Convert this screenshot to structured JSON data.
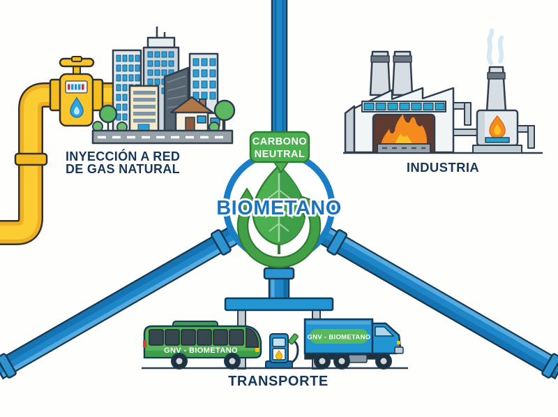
{
  "center": {
    "label": "BIOMETANO",
    "badge": {
      "line1": "CARBONO",
      "line2": "NEUTRAL"
    }
  },
  "sections": {
    "injection": {
      "line1": "INYECCIÓN A RED",
      "line2": "DE GAS NATURAL"
    },
    "industry": {
      "label": "INDUSTRIA"
    },
    "transport": {
      "label": "TRANSPORTE",
      "bus_label": "GNV - BIOMETANO",
      "truck_label": "GNV - BIOMETANO"
    }
  },
  "icons": [
    "gas-valve-icon",
    "gas-meter-flame-icon",
    "city-icon",
    "factory-icon",
    "furnace-flame-icon",
    "boiler-flame-icon",
    "smoke-icon",
    "leaf-icon",
    "recycle-arrow-icon",
    "carbon-neutral-badge",
    "fuel-pump-icon",
    "fuel-drop-icon",
    "bus-icon",
    "truck-icon",
    "canopy-icon"
  ],
  "colors": {
    "pipe_blue": "#1E87C9",
    "pipe_blue_dark": "#1469A3",
    "pipe_blue_light": "#55ABDE",
    "outline_navy": "#173A56",
    "pipe_yellow": "#F9C82B",
    "pipe_yellow_dark": "#EFAF24",
    "badge_green": "#4CAF50",
    "leaf_green_dark": "#3E9E49",
    "arrow_green": "#43A047",
    "biometano_blue": "#1B74C0",
    "label_navy": "#16365C",
    "bus_green": "#54B457",
    "truck_blue": "#2196D3",
    "flame_orange": "#F58A1F",
    "flame_yellow": "#FFC226",
    "furnace_brown": "#5E3A31",
    "window_blue": "#2BA3CC",
    "road_gray": "#97A1A8"
  }
}
